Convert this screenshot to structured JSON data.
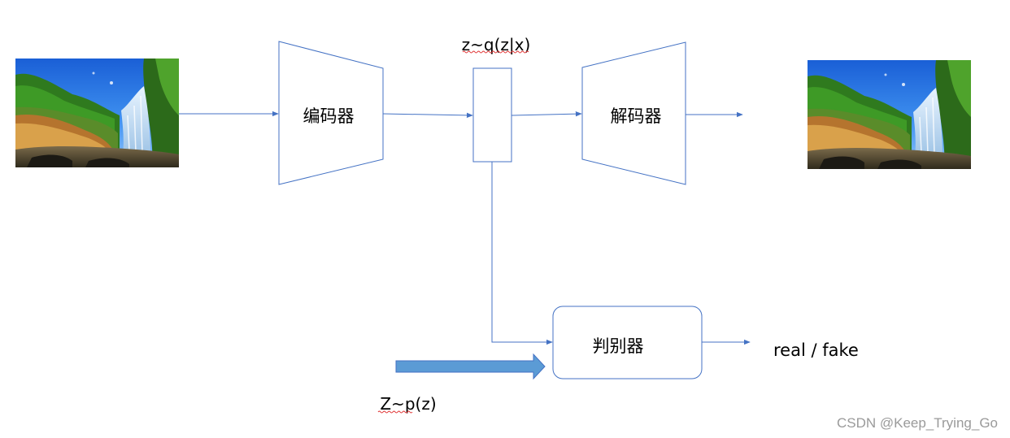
{
  "nodes": {
    "encoder": {
      "label": "编码器"
    },
    "latent": {
      "label": "z~q(z|x)"
    },
    "decoder": {
      "label": "解码器"
    },
    "discriminator": {
      "label": "判别器"
    },
    "prior": {
      "label": "Z~p(z)"
    },
    "output": {
      "label": "real / fake"
    }
  },
  "watermark": "CSDN @Keep_Trying_Go",
  "colors": {
    "stroke": "#4472c4",
    "fat_arrow": "#5b9bd5",
    "text": "#000000",
    "spellcheck_underline": "#e03030",
    "watermark": "#9a9a9a"
  },
  "images": {
    "input": {
      "icon": "waterfall-landscape-image"
    },
    "reconstruction": {
      "icon": "waterfall-landscape-image"
    }
  }
}
